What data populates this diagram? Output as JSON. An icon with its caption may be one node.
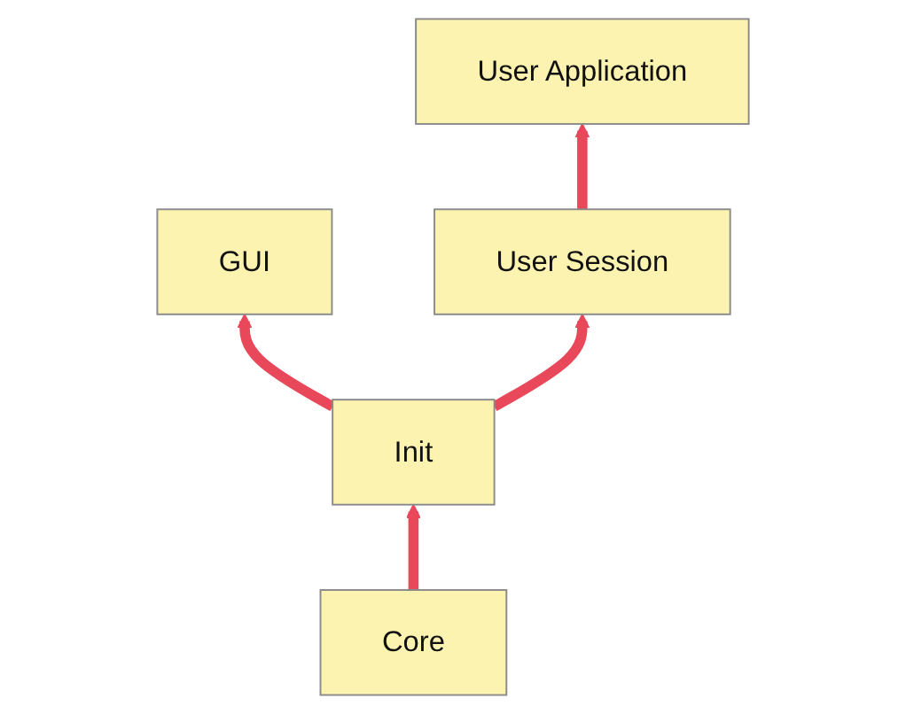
{
  "diagram": {
    "nodes": [
      {
        "text": [
          "User Application"
        ]
      },
      {
        "text": [
          "GUI"
        ]
      },
      {
        "text": [
          "User Session"
        ]
      },
      {
        "text": [
          "Init"
        ]
      },
      {
        "text": [
          "Core"
        ]
      }
    ],
    "edges": [
      {
        "from": 4,
        "to": 3,
        "arrow": "to"
      },
      {
        "from": 3,
        "to": 1,
        "arrow": "to"
      },
      {
        "from": 3,
        "to": 2,
        "arrow": "to"
      },
      {
        "from": 2,
        "to": 0,
        "arrow": "to"
      }
    ]
  }
}
